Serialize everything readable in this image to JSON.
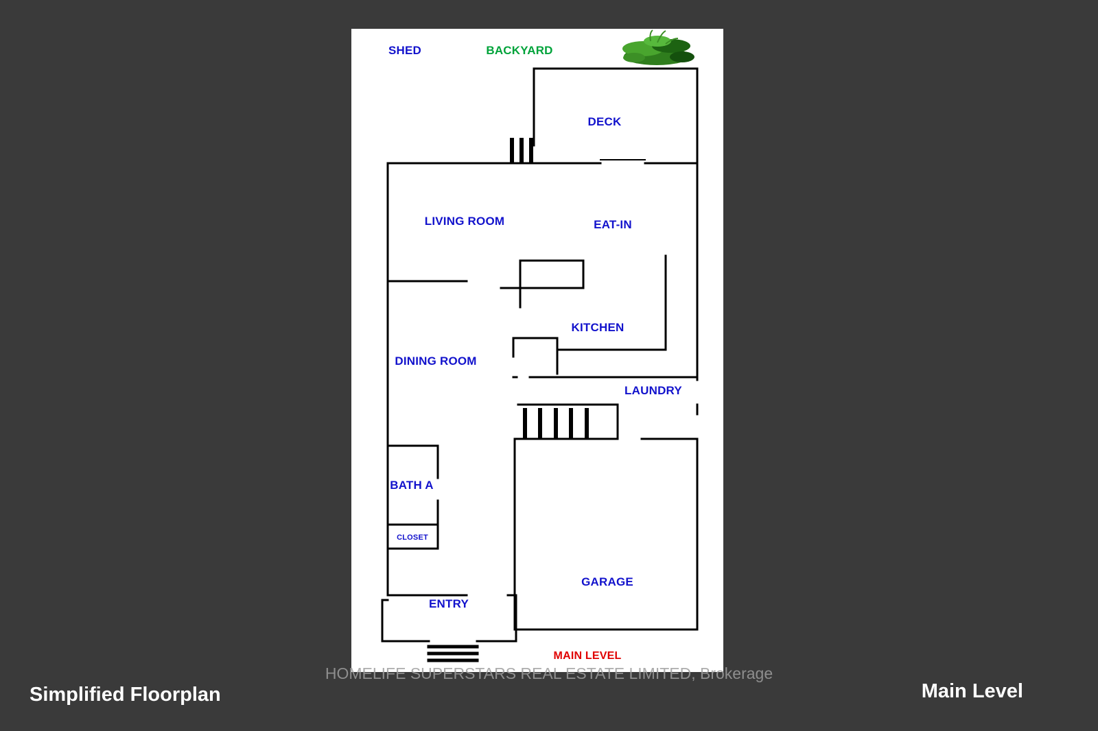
{
  "background_color": "#3a3a3a",
  "watermark_text": "HOMELIFE SUPERSTARS REAL ESTATE LIMITED, Brokerage",
  "footer": {
    "left_title": "Simplified Floorplan",
    "right_title": "Main Level"
  },
  "floorplan": {
    "colors": {
      "room_label": "#1212cc",
      "outdoor_label": "#00a33a",
      "level_label": "#e00000",
      "wall": "#000000",
      "page_bg": "#ffffff"
    },
    "labels": {
      "shed": "SHED",
      "backyard": "BACKYARD",
      "deck": "DECK",
      "living_room": "LIVING ROOM",
      "eat_in": "EAT-IN",
      "kitchen": "KITCHEN",
      "dining_room": "DINING ROOM",
      "laundry": "LAUNDRY",
      "bath_a": "BATH A",
      "closet": "CLOSET",
      "garage": "GARAGE",
      "entry": "ENTRY",
      "main_level": "MAIN LEVEL"
    }
  }
}
